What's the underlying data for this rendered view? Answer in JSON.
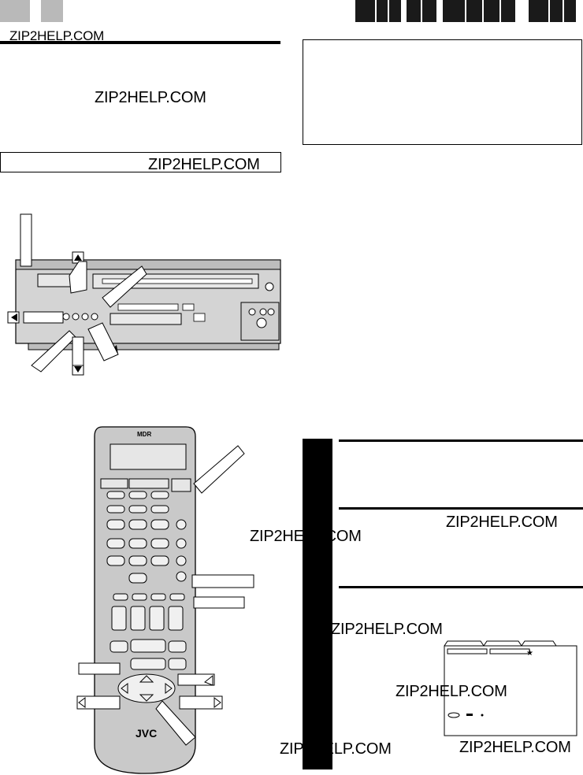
{
  "watermark": "ZIP2HELP.COM",
  "watermarks": [
    "ZIP2HELP.COM",
    "ZIP2HELP.COM",
    "ZIP2HELP.COM",
    "ZIP2HELP.COM",
    "ZIP2HELP.COM",
    "ZIP2HELP.COM",
    "ZIP2HELP.COM",
    "ZIP2HELP.COM",
    "ZIP2HELP.COM"
  ],
  "remote": {
    "brand": "JVC",
    "top_label": "MDR"
  },
  "colors": {
    "page": "#ffffff",
    "ink": "#000000",
    "gray_tab": "#b9b9b9",
    "dark_tab": "#1a1a1a",
    "device_gray": "#c8c8c8",
    "device_face": "#d9d9d9"
  }
}
